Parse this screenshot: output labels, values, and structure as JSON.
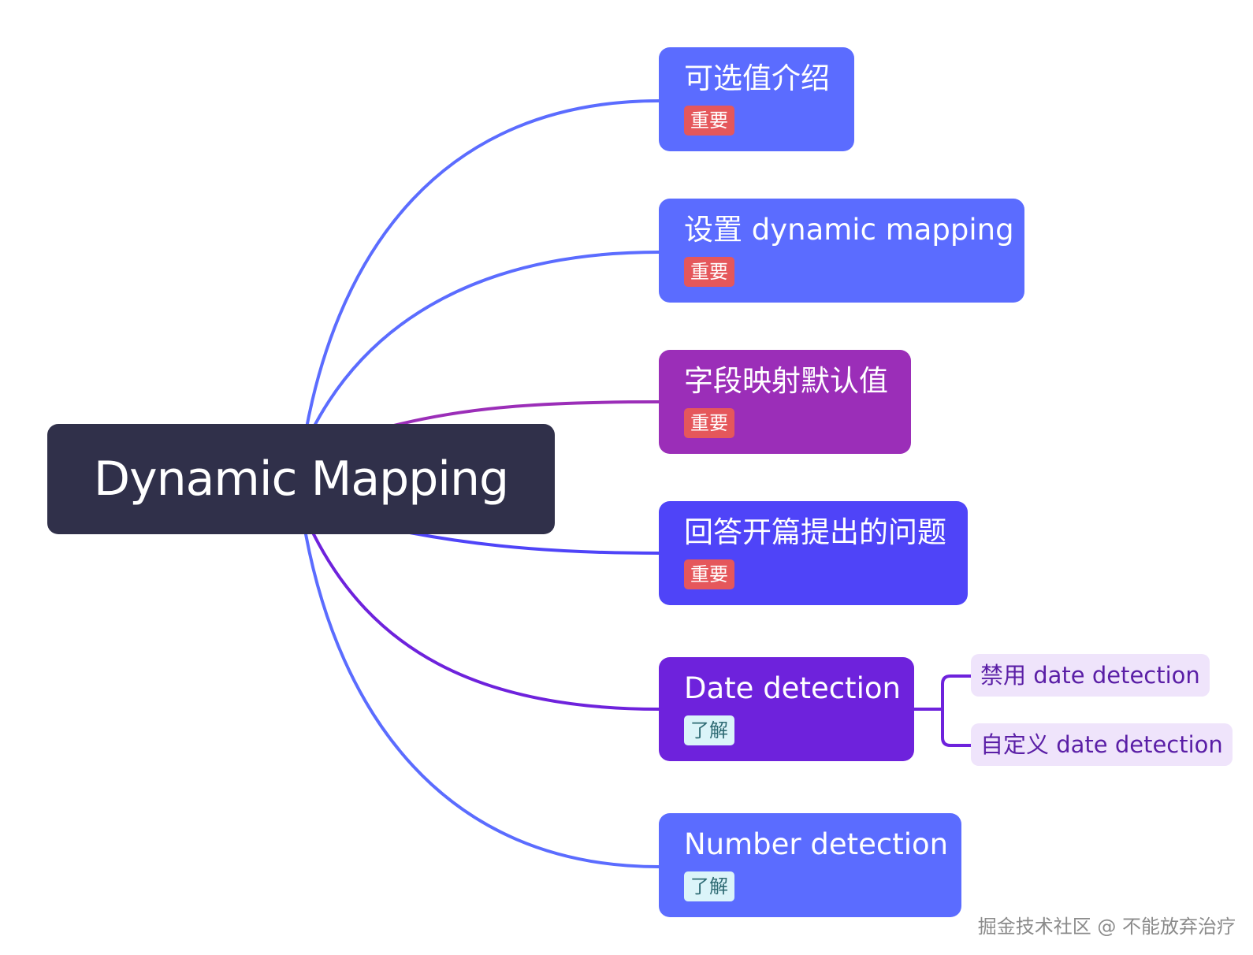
{
  "root": {
    "title": "Dynamic Mapping",
    "color": "#30304a"
  },
  "branches": [
    {
      "title": "可选值介绍",
      "tag": "重要",
      "tag_kind": "important",
      "color": "#5b6cff"
    },
    {
      "title": "设置 dynamic mapping",
      "tag": "重要",
      "tag_kind": "important",
      "color": "#5b6cff"
    },
    {
      "title": "字段映射默认值",
      "tag": "重要",
      "tag_kind": "important",
      "color": "#9b2eb8"
    },
    {
      "title": "回答开篇提出的问题",
      "tag": "重要",
      "tag_kind": "important",
      "color": "#4f44f8"
    },
    {
      "title": "Date detection",
      "tag": "了解",
      "tag_kind": "understand",
      "color": "#6e22dc",
      "children": [
        {
          "title": "禁用 date detection"
        },
        {
          "title": "自定义 date detection"
        }
      ]
    },
    {
      "title": "Number detection",
      "tag": "了解",
      "tag_kind": "understand",
      "color": "#5b6cff"
    }
  ],
  "watermark": "掘金技术社区 @ 不能放弃治疗",
  "colors": {
    "tag_important_bg": "#e5575b",
    "tag_understand_bg": "#dbf4f9",
    "subtopic_bg": "#efe4fb",
    "subtopic_text": "#5a1ea6"
  }
}
